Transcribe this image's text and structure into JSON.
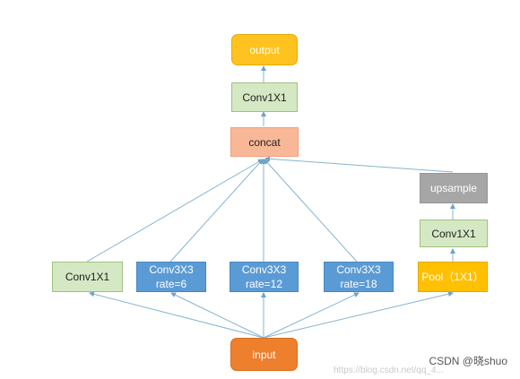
{
  "nodes": {
    "output": "output",
    "top_conv": "Conv1X1",
    "concat": "concat",
    "upsample": "upsample",
    "right_conv": "Conv1X1",
    "branch_conv1x1": "Conv1X1",
    "conv_rate6": {
      "line1": "Conv3X3",
      "line2": "rate=6"
    },
    "conv_rate12": {
      "line1": "Conv3X3",
      "line2": "rate=12"
    },
    "conv_rate18": {
      "line1": "Conv3X3",
      "line2": "rate=18"
    },
    "pool": "Pool（1X1）",
    "input": "input"
  },
  "watermark": "CSDN @晓shuo",
  "faint_url": "https://blog.csdn.net/qq_4..."
}
